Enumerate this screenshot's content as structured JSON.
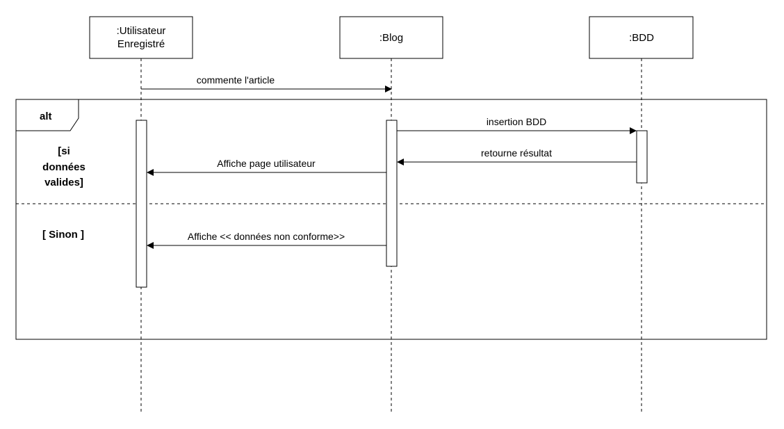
{
  "lifelines": [
    {
      "id": "utilisateur",
      "name_line1": ":Utilisateur",
      "name_line2": "Enregistré"
    },
    {
      "id": "blog",
      "name": ":Blog"
    },
    {
      "id": "bdd",
      "name": ":BDD"
    }
  ],
  "fragment": {
    "operator": "alt",
    "guards": [
      {
        "line1": "[si",
        "line2": "données",
        "line3": "valides]"
      },
      {
        "text": "[ Sinon ]"
      }
    ]
  },
  "messages": [
    {
      "from": "utilisateur",
      "to": "blog",
      "text": "commente l'article",
      "kind": "sync"
    },
    {
      "from": "blog",
      "to": "bdd",
      "text": "insertion BDD",
      "kind": "sync"
    },
    {
      "from": "bdd",
      "to": "blog",
      "text": "retourne résultat",
      "kind": "sync"
    },
    {
      "from": "blog",
      "to": "utilisateur",
      "text": "Affiche page utilisateur",
      "kind": "sync"
    },
    {
      "from": "blog",
      "to": "utilisateur",
      "text": "Affiche << données non conforme>>",
      "kind": "sync"
    }
  ],
  "colors": {
    "stroke": "#000000",
    "background": "#ffffff"
  }
}
